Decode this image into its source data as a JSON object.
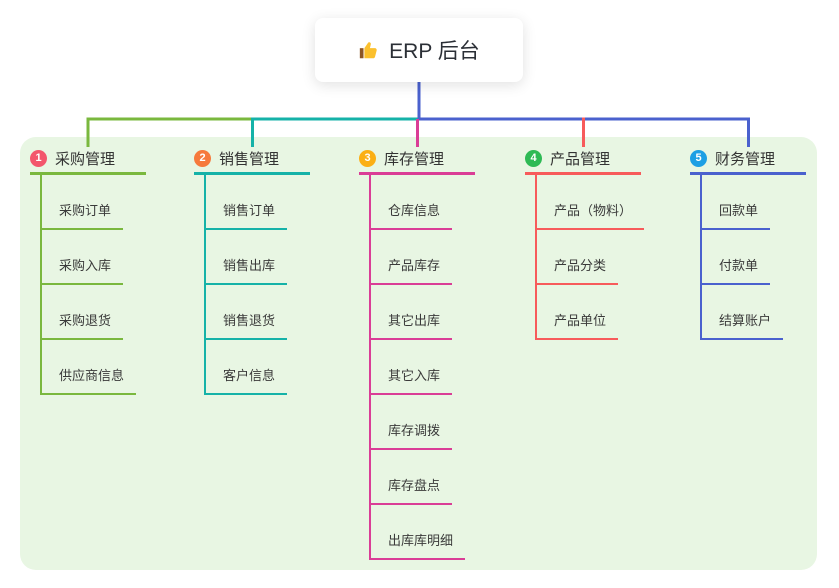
{
  "root": {
    "icon": "thumbs-up",
    "label": "ERP 后台"
  },
  "branches": [
    {
      "num": "1",
      "title": "采购管理",
      "badge_color": "#f3566c",
      "line_color": "#7ab83e",
      "children": [
        "采购订单",
        "采购入库",
        "采购退货",
        "供应商信息"
      ]
    },
    {
      "num": "2",
      "title": "销售管理",
      "badge_color": "#f67a3c",
      "line_color": "#15b2a8",
      "children": [
        "销售订单",
        "销售出库",
        "销售退货",
        "客户信息"
      ]
    },
    {
      "num": "3",
      "title": "库存管理",
      "badge_color": "#fbaf14",
      "line_color": "#da3d96",
      "children": [
        "仓库信息",
        "产品库存",
        "其它出库",
        "其它入库",
        "库存调拨",
        "库存盘点",
        "出库库明细"
      ]
    },
    {
      "num": "4",
      "title": "产品管理",
      "badge_color": "#2eba55",
      "line_color": "#f75b5b",
      "children": [
        "产品（物料）",
        "产品分类",
        "产品单位"
      ]
    },
    {
      "num": "5",
      "title": "财务管理",
      "badge_color": "#1d9fe4",
      "line_color": "#4a61ce",
      "children": [
        "回款单",
        "付款单",
        "结算账户"
      ]
    }
  ],
  "colors": {
    "background": "#ffffff",
    "panel": "#e8f6e3",
    "root_line": "#4a61ce",
    "text": "#333333"
  }
}
